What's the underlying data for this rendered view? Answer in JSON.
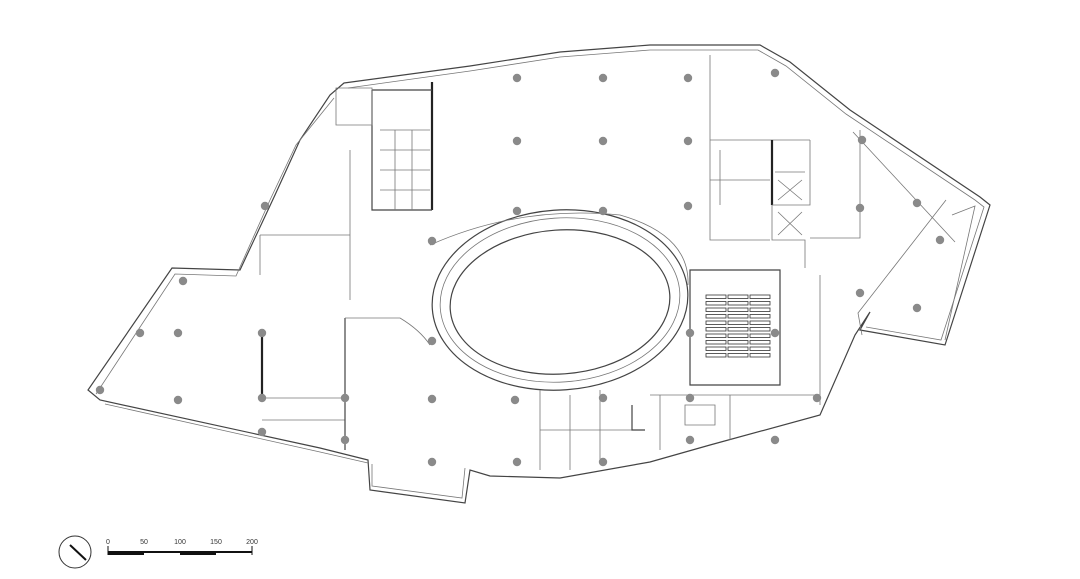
{
  "scale_bar": {
    "ticks": [
      "0",
      "50",
      "100",
      "150",
      "200"
    ]
  },
  "icons": {
    "north": "north-arrow-icon"
  }
}
